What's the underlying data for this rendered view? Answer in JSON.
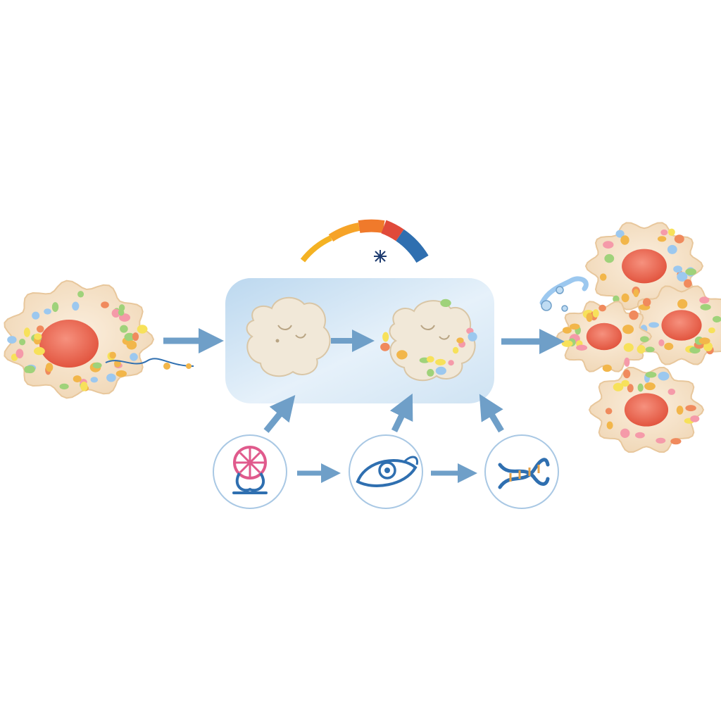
{
  "diagram": {
    "colors": {
      "cell_membrane": "#f4e2c6",
      "cell_nucleus": "#ee6a58",
      "arrow": "#6f9fc8",
      "panel": "#cfe3f3",
      "protein": "#f1e8d8",
      "icon_stroke": "#2f6fb0",
      "icon_accent": "#e05a8c"
    },
    "gauge_colors": [
      "#f4b223",
      "#f07a2b",
      "#e04a3a",
      "#2f6fb0"
    ],
    "granule_colors": [
      "#f2b64a",
      "#f08a5d",
      "#9fd27a",
      "#f7e15a",
      "#f59aa9",
      "#9cc8ef"
    ],
    "icons": [
      "wheel-icon",
      "eye-swirl-icon",
      "dna-helix-icon"
    ],
    "nodes": [
      {
        "id": "source-cell"
      },
      {
        "id": "protein-native"
      },
      {
        "id": "protein-modified"
      },
      {
        "id": "cell-cluster"
      },
      {
        "id": "gauge"
      },
      {
        "id": "icon-1"
      },
      {
        "id": "icon-2"
      },
      {
        "id": "icon-3"
      }
    ],
    "edges": [
      {
        "from": "source-cell",
        "to": "protein-native"
      },
      {
        "from": "protein-native",
        "to": "protein-modified"
      },
      {
        "from": "protein-modified",
        "to": "cell-cluster"
      },
      {
        "from": "icon-1",
        "to": "icon-2"
      },
      {
        "from": "icon-2",
        "to": "icon-3"
      },
      {
        "from": "icon-1",
        "to": "protein-native"
      },
      {
        "from": "icon-2",
        "to": "protein-modified"
      },
      {
        "from": "icon-3",
        "to": "protein-modified"
      }
    ]
  }
}
